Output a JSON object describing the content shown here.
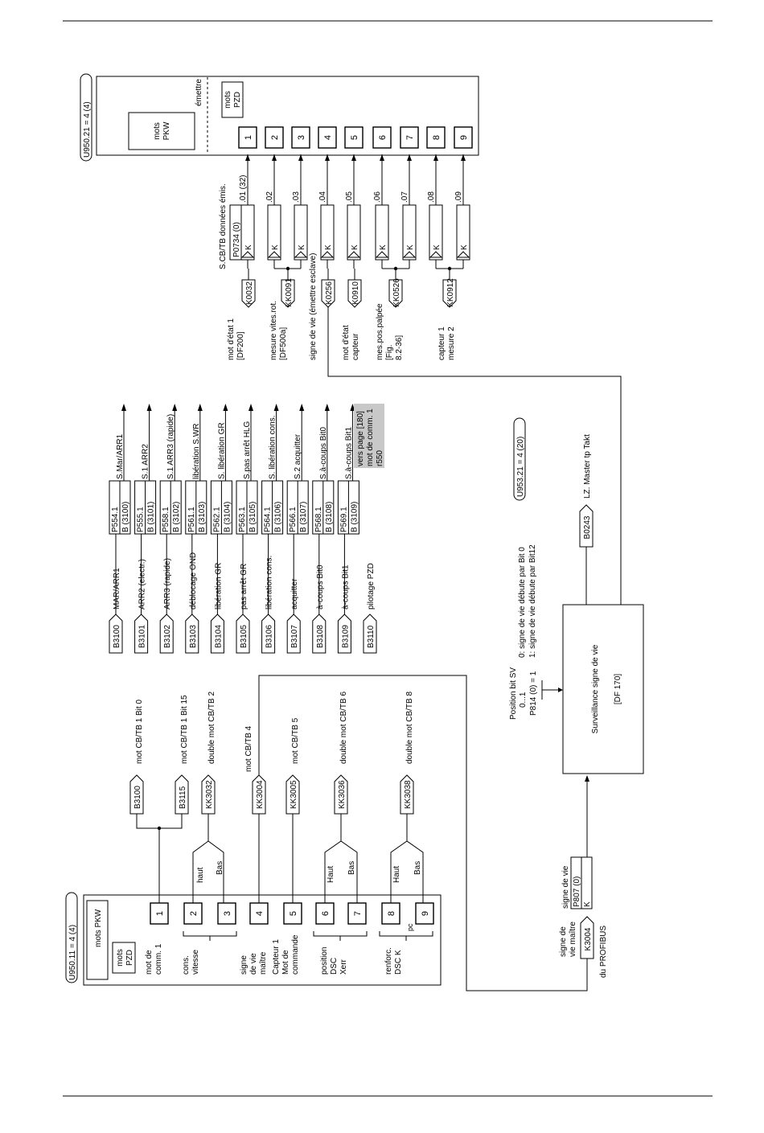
{
  "receive_block": {
    "title": "U950.11 = 4 (4)",
    "pkw": "mots PKW",
    "pzd": [
      "mots",
      "PZD"
    ],
    "slots": [
      "1",
      "2",
      "3",
      "4",
      "5",
      "6",
      "7",
      "8",
      "9"
    ],
    "groups": [
      [
        "mot de",
        "comm. 1"
      ],
      [
        "cons.",
        "vitesse"
      ],
      [
        "signe",
        "de vie",
        "maître"
      ],
      [
        "Capteur 1",
        "Mot de",
        "commande"
      ],
      [
        "position",
        "DSC",
        "Xerr"
      ],
      [
        "renforc.",
        "DSC K"
      ]
    ],
    "kpc_sub": "pc"
  },
  "connectors_in": [
    {
      "id": "B3100",
      "desc": "mot CB/TB 1 Bit 0"
    },
    {
      "id": "B3115",
      "desc": "mot CB/TB 1 Bit 15"
    },
    {
      "id": "KK3032",
      "desc": "double mot CB/TB 2"
    },
    {
      "id": "KK3004",
      "desc": "mot CB/TB 4"
    },
    {
      "id": "KK3005",
      "desc": "mot CB/TB 5"
    },
    {
      "id": "KK3036",
      "desc": "double mot CB/TB 6"
    },
    {
      "id": "KK3038",
      "desc": "double mot CB/TB 8"
    }
  ],
  "split_labels": {
    "haut1": "haut",
    "bas1": "Bas",
    "haut2": "Haut",
    "bas2": "Bas",
    "haut3": "Haut",
    "bas3": "Bas"
  },
  "bits": [
    {
      "b": "B3100",
      "name": "MAR/ARR1",
      "p": "P554.1",
      "bb": "B (3100)",
      "out": "S.Mar/ARR1"
    },
    {
      "b": "B3101",
      "name": "ARR2 (electr.)",
      "p": "P555.1",
      "bb": "B (3101)",
      "out": "S.1 ARR2"
    },
    {
      "b": "B3102",
      "name": "ARR3 (rapide)",
      "p": "P558.1",
      "bb": "B (3102)",
      "out": "S.1 ARR3 (rapide)"
    },
    {
      "b": "B3103",
      "name": "déblocage OND",
      "p": "P561.1",
      "bb": "B (3103)",
      "out": "libération S.WR"
    },
    {
      "b": "B3104",
      "name": "libération GR",
      "p": "P562.1",
      "bb": "B (3104)",
      "out": "S. libération GR"
    },
    {
      "b": "B3105",
      "name": "pas arrêt GR",
      "p": "P563.1",
      "bb": "B (3105)",
      "out": "S.pas arrêt HLG"
    },
    {
      "b": "B3106",
      "name": "libération cons.",
      "p": "P564.1",
      "bb": "B (3106)",
      "out": "S. libération cons."
    },
    {
      "b": "B3107",
      "name": "acquitter",
      "p": "P566.1",
      "bb": "B (3107)",
      "out": "S.2 acquitter"
    },
    {
      "b": "B3108",
      "name": "à-coups Bit0",
      "p": "P568.1",
      "bb": "B (3108)",
      "out": "S.à-coups Bit0"
    },
    {
      "b": "B3109",
      "name": "à-coups Bit1",
      "p": "P569.1",
      "bb": "B (3109)",
      "out": "S.à-coups Bit1"
    },
    {
      "b": "B3110",
      "name": "pilotage PZD"
    }
  ],
  "bits_note": [
    "vers page [180]",
    "mot de comm. 1",
    "r550"
  ],
  "transmit_block": {
    "title": "U950.21 = 4 (4)",
    "pkw": [
      "mots",
      "PKW"
    ],
    "pzd": [
      "mots",
      "PZD"
    ],
    "emettre": "émettre",
    "slots": [
      "1",
      "2",
      "3",
      "4",
      "5",
      "6",
      "7",
      "8",
      "9"
    ]
  },
  "transmit_inputs": {
    "header": "S.CB/TB données émis.",
    "param": "P0734 (0)",
    "k": "K",
    "indices": [
      ".01 (32)",
      ".02",
      ".03",
      ".04",
      ".05",
      ".06",
      ".07",
      ".08",
      ".09"
    ]
  },
  "transmit_sources": [
    {
      "id": "K0032",
      "desc": [
        "mot d'état 1",
        "[DF200]"
      ]
    },
    {
      "id": "KK0091",
      "desc": [
        "mesure vites.rot.",
        "[DF500a]"
      ]
    },
    {
      "id": "K0256",
      "desc": [
        "signe de vie (émettre esclave)"
      ]
    },
    {
      "id": "K0910",
      "desc": [
        "mot d'état",
        "capteur"
      ]
    },
    {
      "id": "KK0526",
      "desc": [
        "mes.pos.palpée",
        "[Fig.",
        "8.2-36]"
      ]
    },
    {
      "id": "KK0912",
      "desc": [
        "capteur 1",
        "mesure 2"
      ]
    }
  ],
  "surveillance": {
    "title": "Surveillance signe de vie",
    "ref": "[DF 170]",
    "param_block": [
      "Position bit SV",
      "0...1",
      "P814 (0) = 1"
    ],
    "notes": [
      "0: signe de vie débute par Bit 0",
      "1: signe de vie débute par Bit12"
    ],
    "u953": "U953.21 = 4 (20)",
    "b0243": "B0243",
    "lz": "LZ. Master tp Takt"
  },
  "sign_of_life": {
    "param_label": "signe de vie",
    "param": "P807 (0)",
    "k": "K",
    "src_label": [
      "signe de",
      "vie maître"
    ],
    "src_id": "K3004",
    "profibus": "du PROFIBUS"
  }
}
